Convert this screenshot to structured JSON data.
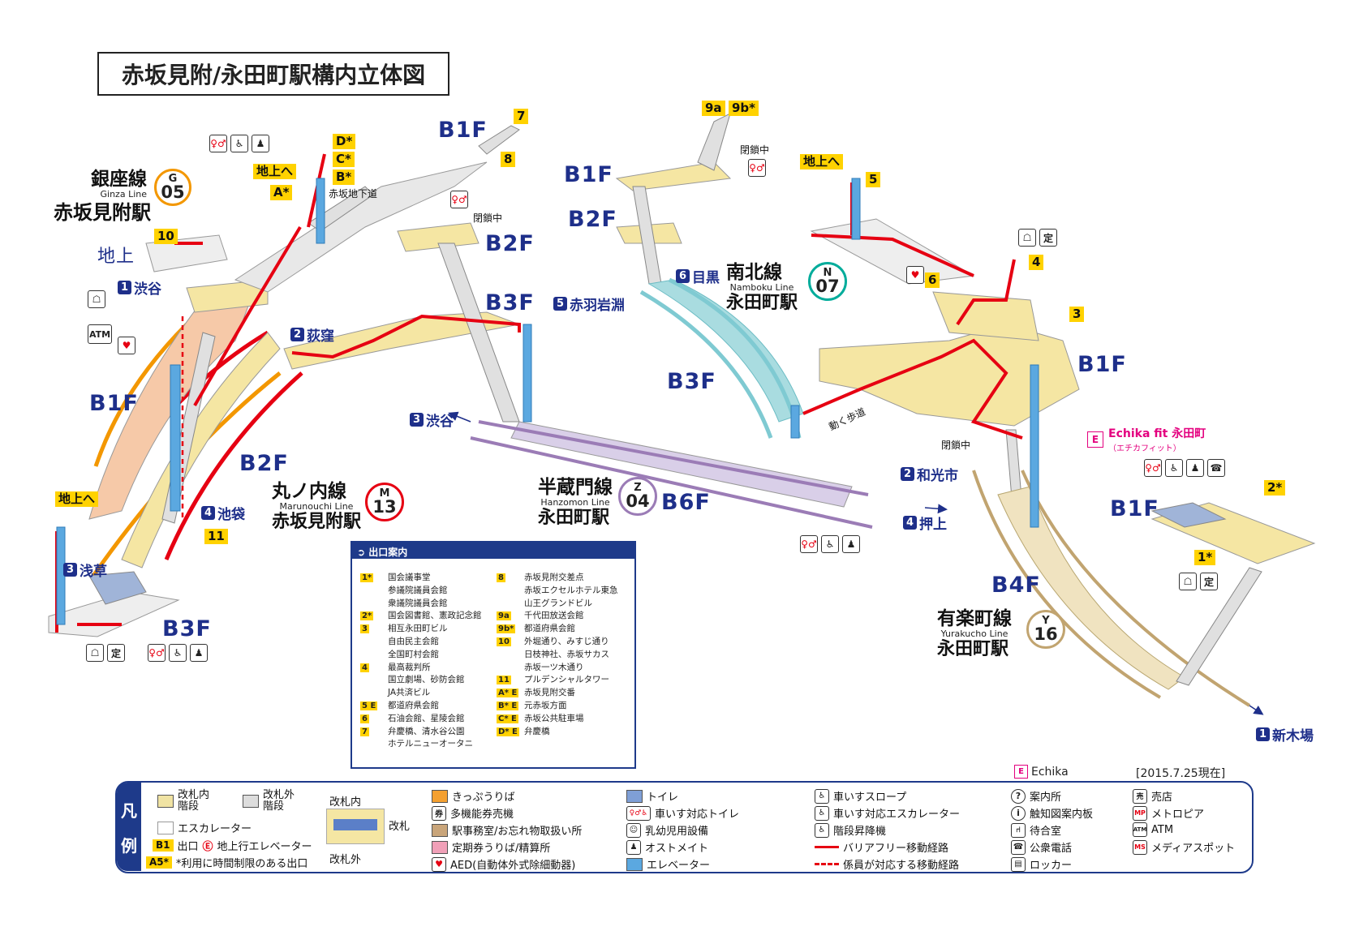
{
  "title": "赤坂見附/永田町駅構内立体図",
  "date": "[2015.7.25現在]",
  "floors": {
    "ginza_b1f_top": "B1F",
    "ginza_b1f": "B1F",
    "marunouchi_b2f": "B2F",
    "ginza_b3f": "B3F",
    "hanzomon_b1f": "B1F",
    "hanzomon_b2f": "B2F",
    "hanzomon_b3f": "B3F",
    "namboku_b3f": "B3F",
    "hanzomon_b6f": "B6F",
    "yurakucho_b1f": "B1F",
    "yurakucho_b1f_b": "B1F",
    "yurakucho_b4f": "B4F",
    "ground": "地上"
  },
  "lines": {
    "ginza": {
      "name": "銀座線",
      "en": "Ginza Line",
      "station": "赤坂見附駅",
      "letter": "G",
      "num": "05",
      "color": "#f39700"
    },
    "marunouchi": {
      "name": "丸ノ内線",
      "en": "Marunouchi Line",
      "station": "赤坂見附駅",
      "letter": "M",
      "num": "13",
      "color": "#e60012"
    },
    "hanzomon": {
      "name": "半蔵門線",
      "en": "Hanzomon Line",
      "station": "永田町駅",
      "letter": "Z",
      "num": "04",
      "color": "#9b7cb6"
    },
    "namboku": {
      "name": "南北線",
      "en": "Namboku Line",
      "station": "永田町駅",
      "letter": "N",
      "num": "07",
      "color": "#00ac9b"
    },
    "yurakucho": {
      "name": "有楽町線",
      "en": "Yurakucho Line",
      "station": "永田町駅",
      "letter": "Y",
      "num": "16",
      "color": "#c1a470"
    }
  },
  "directions": {
    "shibuya1": {
      "num": "1",
      "label": "渋谷"
    },
    "ogikubo": {
      "num": "2",
      "label": "荻窪"
    },
    "asakusa": {
      "num": "3",
      "label": "浅草"
    },
    "ikebukuro": {
      "num": "4",
      "label": "池袋"
    },
    "shibuya3": {
      "num": "3",
      "label": "渋谷"
    },
    "akabaneiwabuchi": {
      "num": "5",
      "label": "赤羽岩淵"
    },
    "meguro": {
      "num": "6",
      "label": "目黒"
    },
    "wakoshi": {
      "num": "2",
      "label": "和光市"
    },
    "oshiage": {
      "num": "4",
      "label": "押上"
    },
    "shinkiba": {
      "num": "1",
      "label": "新木場"
    }
  },
  "exits_on_map": {
    "e10": "10",
    "e11": "11",
    "e7": "7",
    "e8": "8",
    "e9a": "9a",
    "e9b": "9b*",
    "eD": "D*",
    "eC": "C*",
    "eB": "B*",
    "eA": "A*",
    "e5": "5",
    "e4": "4",
    "e6": "6",
    "e3": "3",
    "e2": "2*",
    "e1": "1*"
  },
  "map_labels": {
    "chijo_he_1": "地上へ",
    "chijo_he_2": "地上へ",
    "chijo_he_3": "地上へ",
    "akasaka_chikado": "赤坂地下道",
    "heisa_1": "閉鎖中",
    "heisa_2": "閉鎖中",
    "heisa_3": "閉鎖中",
    "ugoku_hodo": "動く歩道",
    "echika": "Echika fit 永田町",
    "echika_kana": "（エチカフィット）",
    "atm": "ATM"
  },
  "exit_guide": {
    "header": "出口案内",
    "left": [
      {
        "key": "1*",
        "lines": [
          "国会議事堂",
          "参議院議員会館",
          "衆議院議員会館"
        ]
      },
      {
        "key": "2*",
        "lines": [
          "国会図書館、憲政記念館"
        ]
      },
      {
        "key": "3",
        "lines": [
          "相互永田町ビル",
          "自由民主会館",
          "全国町村会館"
        ]
      },
      {
        "key": "4",
        "lines": [
          "最高裁判所",
          "国立劇場、砂防会館",
          "JA共済ビル"
        ]
      },
      {
        "key": "5 E",
        "lines": [
          "都道府県会館"
        ]
      },
      {
        "key": "6",
        "lines": [
          "石油会館、星陵会館"
        ]
      },
      {
        "key": "7",
        "lines": [
          "弁慶橋、清水谷公園",
          "ホテルニューオータニ"
        ]
      }
    ],
    "right": [
      {
        "key": "8",
        "lines": [
          "赤坂見附交差点",
          "赤坂エクセルホテル東急",
          "山王グランドビル"
        ]
      },
      {
        "key": "9a",
        "lines": [
          "千代田放送会館"
        ]
      },
      {
        "key": "9b*",
        "lines": [
          "都道府県会館"
        ]
      },
      {
        "key": "10",
        "lines": [
          "外堀通り、みすじ通り",
          "日枝神社、赤坂サカス",
          "赤坂一ツ木通り"
        ]
      },
      {
        "key": "11",
        "lines": [
          "プルデンシャルタワー"
        ]
      },
      {
        "key": "A* E",
        "lines": [
          "赤坂見附交番"
        ]
      },
      {
        "key": "B* E",
        "lines": [
          "元赤坂方面"
        ]
      },
      {
        "key": "C* E",
        "lines": [
          "赤坂公共駐車場"
        ]
      },
      {
        "key": "D* E",
        "lines": [
          "弁慶橋"
        ]
      }
    ]
  },
  "legend": {
    "side": [
      "凡",
      "例"
    ],
    "echika_label": "Echika",
    "items": {
      "kaisatsu_nai_kaidan": "改札内\n階段",
      "kaisatsu_gai_kaidan": "改札外\n階段",
      "escalator": "エスカレーター",
      "exit": "出口",
      "exit_elevator": "地上行エレベーター",
      "time_limit": "*利用に時間制限のある出口",
      "b1_key": "B1",
      "a5_key": "A5*",
      "kaisatsu_nai": "改札内",
      "kaisatsu": "改札",
      "kaisatsu_gai": "改札外",
      "kippu": "きっぷうりば",
      "tamokuteki": "多機能券売機",
      "ekijimushitsu": "駅事務室/お忘れ物取扱い所",
      "teikiken": "定期券うりば/精算所",
      "aed": "AED(自動体外式除細動器)",
      "toilet": "トイレ",
      "wheelchair_toilet": "車いす対応トイレ",
      "nyuyoji": "乳幼児用設備",
      "ostomate": "オストメイト",
      "elevator": "エレベーター",
      "slope": "車いすスロープ",
      "wc_escalator": "車いす対応エスカレーター",
      "stair_lift": "階段昇降機",
      "barrier_free": "バリアフリー移動経路",
      "staff_route": "係員が対応する移動経路",
      "info": "案内所",
      "tactile": "触知図案内板",
      "waiting": "待合室",
      "phone": "公衆電話",
      "locker": "ロッカー",
      "shop": "売店",
      "metropia": "メトロピア",
      "atm": "ATM",
      "media": "メディアスポット"
    }
  }
}
